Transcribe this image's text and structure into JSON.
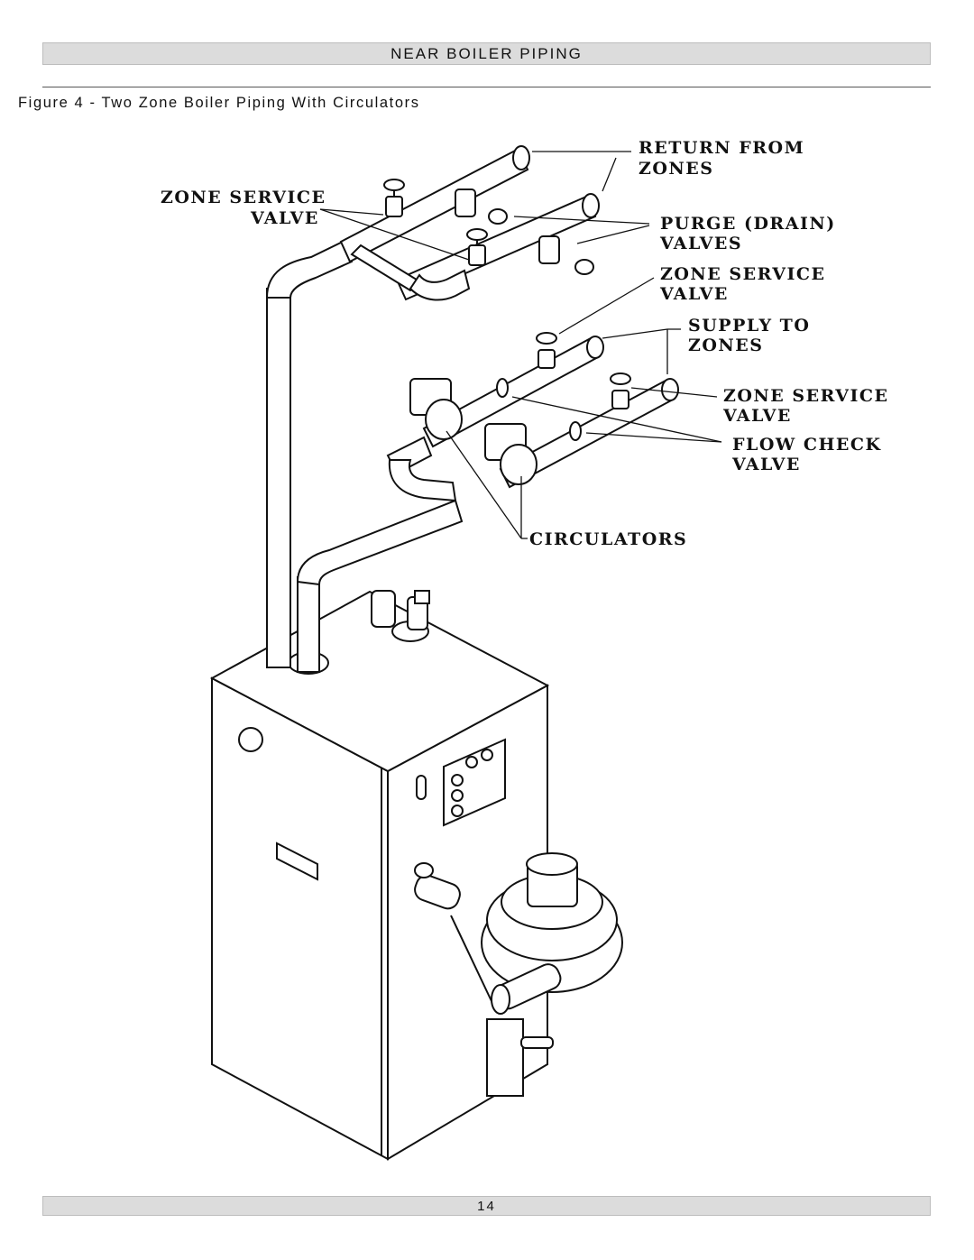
{
  "header": {
    "section_title": "NEAR BOILER PIPING"
  },
  "figure": {
    "caption": "Figure 4 - Two Zone Boiler Piping With Circulators",
    "callouts": {
      "return_l1": "RETURN FROM",
      "return_l2": "ZONES",
      "zone_service_tl_l1": "ZONE SERVICE",
      "zone_service_tl_l2": "VALVE",
      "purge_l1": "PURGE (DRAIN)",
      "purge_l2": "VALVES",
      "zone_service_m_l1": "ZONE SERVICE",
      "zone_service_m_l2": "VALVE",
      "supply_l1": "SUPPLY TO",
      "supply_l2": "ZONES",
      "zone_service_r_l1": "ZONE SERVICE",
      "zone_service_r_l2": "VALVE",
      "flow_check_l1": "FLOW CHECK",
      "flow_check_l2": "VALVE",
      "circulators": "CIRCULATORS"
    }
  },
  "footer": {
    "page_number": "14"
  }
}
